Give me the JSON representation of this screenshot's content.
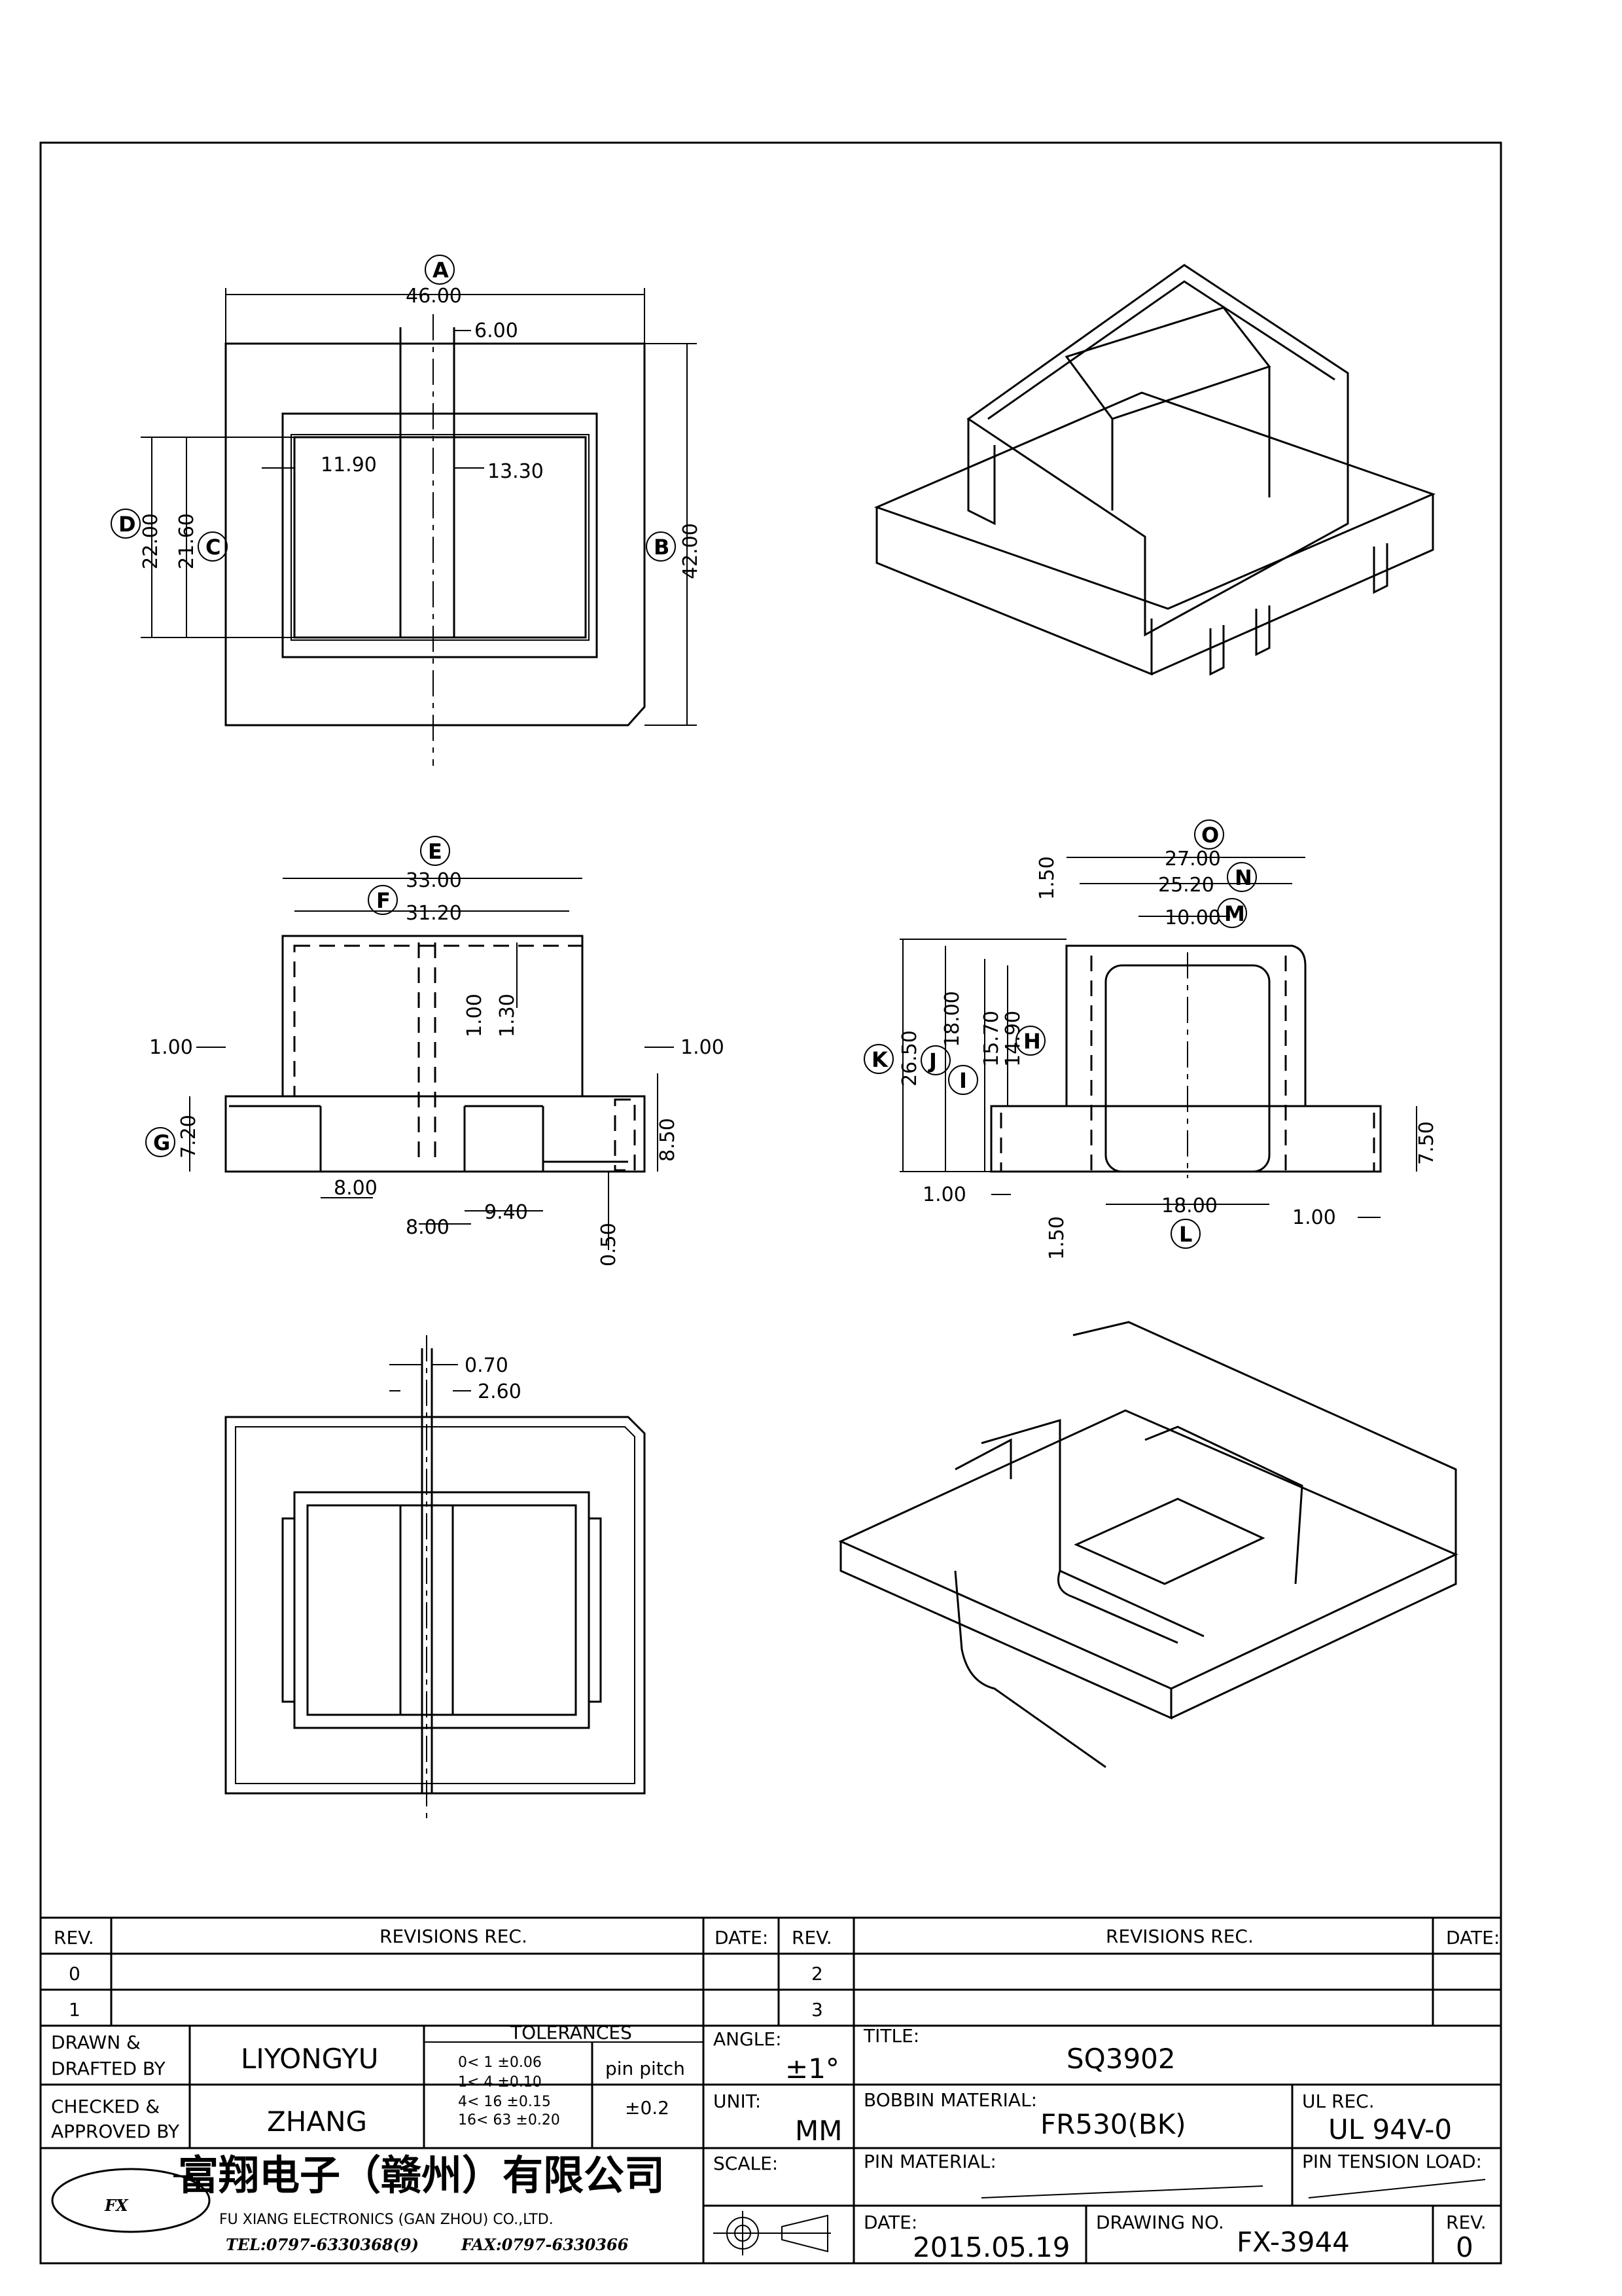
{
  "dimensions": {
    "top_view": {
      "A": "46.00",
      "B": "42.00",
      "C": "21.60",
      "D": "22.00",
      "slot": "6.00",
      "left": "11.90",
      "right": "13.30"
    },
    "front_view": {
      "E": "33.00",
      "F": "31.20",
      "d1": "1.00",
      "d1b": "1.30",
      "side_l": "1.00",
      "side_r": "1.00",
      "G": "7.20",
      "h850": "8.50",
      "w800a": "8.00",
      "w800b": "8.00",
      "w940": "9.40",
      "d050": "0.50"
    },
    "side_view": {
      "O": "27.00",
      "N": "25.20",
      "M": "10.00",
      "top150": "1.50",
      "K": "26.50",
      "J": "18.00",
      "I": "15.70",
      "H": "14.90",
      "L": "18.00",
      "left100": "1.00",
      "right100": "1.00",
      "bot150": "1.50",
      "h750": "7.50"
    },
    "bottom_view": {
      "pin": "0.70",
      "gap": "2.60"
    }
  },
  "labels": [
    "A",
    "B",
    "C",
    "D",
    "E",
    "F",
    "G",
    "H",
    "I",
    "J",
    "K",
    "L",
    "M",
    "N",
    "O"
  ],
  "title_block": {
    "rev_header": "REV.",
    "revisions_header": "REVISIONS  REC.",
    "date_header": "DATE:",
    "rev_rows_left": [
      "0",
      "1"
    ],
    "rev_rows_right": [
      "2",
      "3"
    ],
    "drawn_label_1": "DRAWN &",
    "drawn_label_2": "DRAFTED BY",
    "drawn_name": "LIYONGYU",
    "checked_label_1": "CHECKED &",
    "checked_label_2": "APPROVED BY",
    "checked_name": "ZHANG",
    "tolerances_title": "TOLERANCES",
    "tolerances": [
      "0<  1   ±0.06",
      "1<  4   ±0.10",
      "4<  16  ±0.15",
      "16<  63  ±0.20"
    ],
    "pin_pitch_label": "pin pitch",
    "pin_pitch_value": "±0.2",
    "angle_label": "ANGLE:",
    "angle_value": "±1°",
    "unit_label": "UNIT:",
    "unit_value": "MM",
    "scale_label": "SCALE:",
    "title_label": "TITLE:",
    "title_value": "SQ3902",
    "bobbin_label": "BOBBIN MATERIAL:",
    "bobbin_value": "FR530(BK)",
    "ul_label": "UL REC.",
    "ul_value": "UL  94V-0",
    "pin_material_label": "PIN MATERIAL:",
    "pin_tension_label": "PIN TENSION LOAD:",
    "date_label": "DATE:",
    "date_value": "2015.05.19",
    "drawing_no_label": "DRAWING NO.",
    "drawing_no_value": "FX-3944",
    "rev_label": "REV.",
    "rev_value": "0",
    "company_cn": "富翔电子（赣州）有限公司",
    "company_en": "FU XIANG ELECTRONICS (GAN ZHOU) CO.,LTD.",
    "tel": "TEL:0797-6330368(9)",
    "fax": "FAX:0797-6330366",
    "logo_text": "FX"
  }
}
